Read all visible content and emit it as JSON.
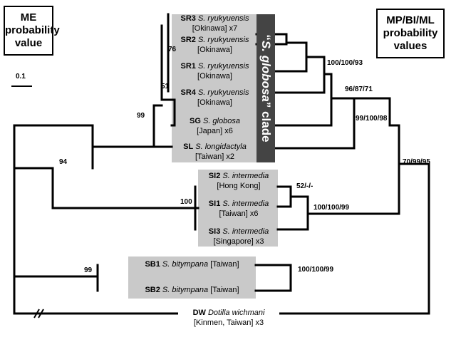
{
  "boxes": {
    "me_line1": "ME",
    "me_line2": "probability",
    "me_line3": "value",
    "mp_line1": "MP/BI/ML",
    "mp_line2": "probability",
    "mp_line3": "values"
  },
  "scale": {
    "label": "0.1"
  },
  "clade": {
    "prefix": "“",
    "name": "S. globosa",
    "suffix": "” clade"
  },
  "taxa": [
    {
      "code": "SR3",
      "species": "S. ryukyuensis",
      "locality": "[Okinawa] x7"
    },
    {
      "code": "SR2",
      "species": "S. ryukyuensis",
      "locality": "[Okinawa]"
    },
    {
      "code": "SR1",
      "species": "S. ryukyuensis",
      "locality": "[Okinawa]"
    },
    {
      "code": "SR4",
      "species": "S. ryukyuensis",
      "locality": "[Okinawa]"
    },
    {
      "code": "SG",
      "species": "S. globosa",
      "locality": "[Japan] x6"
    },
    {
      "code": "SL",
      "species": "S. longidactyla",
      "locality": "[Taiwan] x2"
    },
    {
      "code": "SI2",
      "species": "S. intermedia",
      "locality": "[Hong Kong]"
    },
    {
      "code": "SI1",
      "species": "S. intermedia",
      "locality": "[Taiwan] x6"
    },
    {
      "code": "SI3",
      "species": "S. intermedia",
      "locality": "[Singapore] x3"
    },
    {
      "code": "SB1",
      "species": "S. bitympana",
      "locality": "[Taiwan]"
    },
    {
      "code": "SB2",
      "species": "S. bitympana",
      "locality": "[Taiwan]"
    },
    {
      "code": "DW",
      "species": "Dotilla wichmani",
      "locality": "[Kinmen, Taiwan] x3"
    }
  ],
  "me_support": [
    "76",
    "51",
    "99",
    "94",
    "100",
    "99"
  ],
  "mp_support": [
    "100/100/93",
    "96/87/71",
    "99/100/98",
    "70/99/95",
    "52/-/-",
    "100/100/99",
    "100/100/99"
  ]
}
